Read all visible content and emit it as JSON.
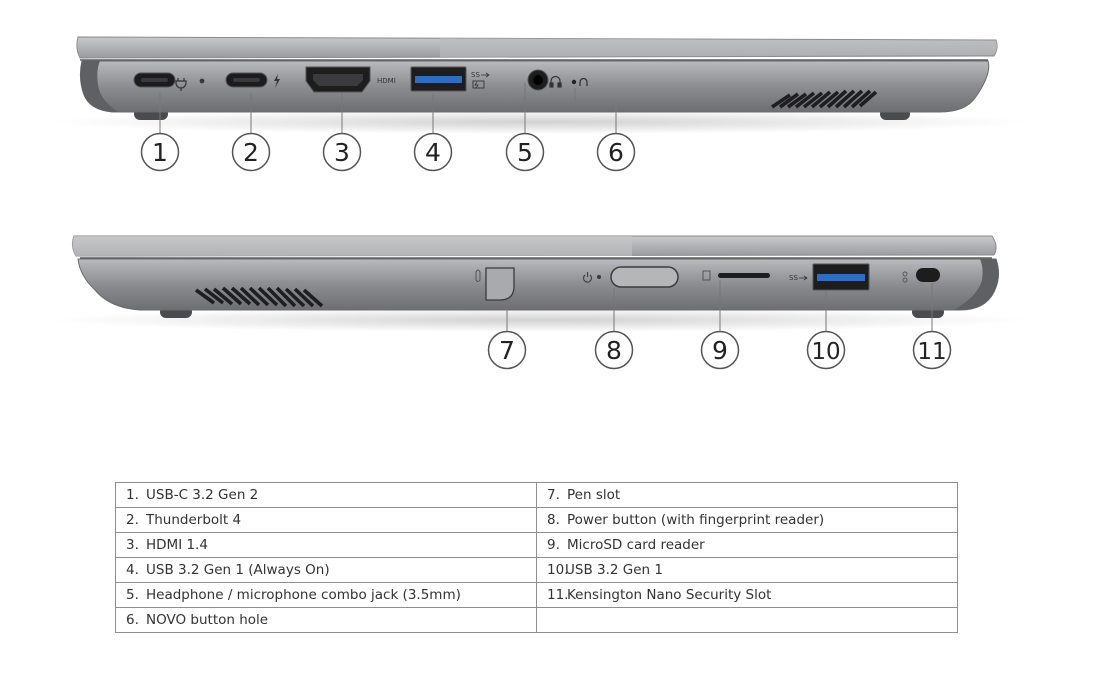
{
  "diagram": {
    "hdmi_port_label": "HDMI",
    "superspeed_marking_1": "SS",
    "superspeed_marking_2": "SS",
    "callouts": [
      "1",
      "2",
      "3",
      "4",
      "5",
      "6",
      "7",
      "8",
      "9",
      "10",
      "11"
    ]
  },
  "ports_table": {
    "rows": [
      {
        "left": {
          "num": "1.",
          "label": "USB-C 3.2 Gen 2"
        },
        "right": {
          "num": "7.",
          "label": "Pen slot"
        }
      },
      {
        "left": {
          "num": "2.",
          "label": "Thunderbolt 4"
        },
        "right": {
          "num": "8.",
          "label": "Power button (with fingerprint reader)"
        }
      },
      {
        "left": {
          "num": "3.",
          "label": "HDMI 1.4"
        },
        "right": {
          "num": "9.",
          "label": "MicroSD card reader"
        }
      },
      {
        "left": {
          "num": "4.",
          "label": "USB 3.2 Gen 1 (Always On)"
        },
        "right": {
          "num": "10.",
          "label": "USB 3.2 Gen 1"
        }
      },
      {
        "left": {
          "num": "5.",
          "label": "Headphone / microphone combo jack (3.5mm)"
        },
        "right": {
          "num": "11.",
          "label": "Kensington Nano Security Slot"
        }
      },
      {
        "left": {
          "num": "6.",
          "label": "NOVO button hole"
        },
        "right": {
          "num": "",
          "label": ""
        }
      }
    ]
  }
}
